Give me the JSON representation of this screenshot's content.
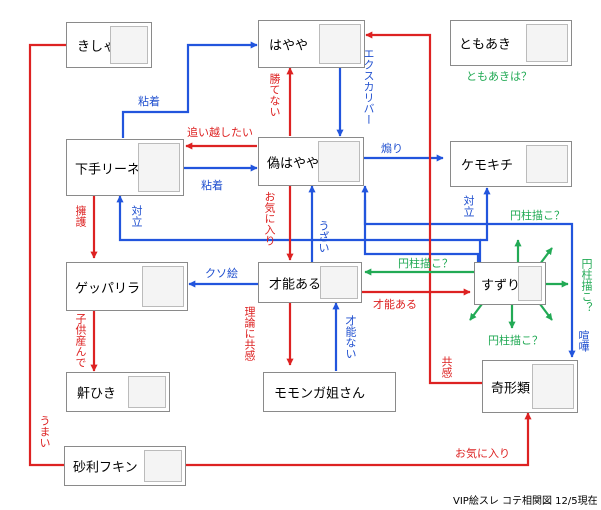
{
  "colors": {
    "red": "#dd2222",
    "blue": "#2255dd",
    "green": "#22aa55"
  },
  "nodes": {
    "kisha": "きしゃ",
    "hayaya": "はやや",
    "tomoaki": "ともあき",
    "heta": "下手リーネ",
    "nise": "偽はやや",
    "kemo": "ケモキチ",
    "geppa": "ゲッパリラ",
    "saino": "才能ある",
    "suzuri": "すずり",
    "kobi": "鼾ひき",
    "momonga": "モモンガ姐さん",
    "kikei": "奇形類",
    "sari": "砂利フキン"
  },
  "labels": {
    "tomoaki_q": "ともあきは？",
    "nenchaku1": "粘着",
    "nenchaku2": "粘着",
    "katenai": "勝てない",
    "excalibur": "エクスカリバー",
    "oikoshi": "追い越したい",
    "aori": "煽り",
    "yougo": "擁護",
    "tairitsu1": "対立",
    "tairitsu2": "対立",
    "okiniiri1": "お気に入り",
    "uzai": "うざい",
    "enchu1": "円柱描こ？",
    "enchu2": "円柱描こ？",
    "enchu3": "円柱描こ？",
    "enchu4": "円柱描こ？",
    "kusoe": "クソ絵",
    "kodomo": "子供産んで",
    "riron": "理論に共感",
    "sainou_nai": "才能ない",
    "sainou_aru": "才能ある",
    "kenka": "喧嘩",
    "kyokan": "共感",
    "umai": "うまい",
    "okiniiri2": "お気に入り"
  },
  "caption": "VIP絵スレ コテ相関図 12/5現在"
}
